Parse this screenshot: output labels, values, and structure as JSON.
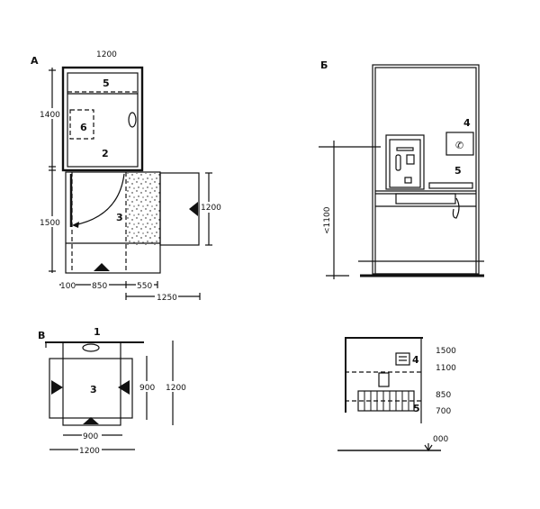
{
  "figure_a": {
    "letter": "А",
    "dims": {
      "top_width": "1200",
      "upper_height": "1400",
      "lower_height": "1500",
      "right_height": "1200",
      "left_offset": "100",
      "door_width": "850",
      "right_offset": "550",
      "right_width": "1250"
    },
    "labels": {
      "five": "5",
      "six": "6",
      "two": "2",
      "three": "3"
    }
  },
  "figure_b": {
    "letter": "Б",
    "dims": {
      "height": "<1100"
    },
    "labels": {
      "four": "4",
      "five": "5"
    }
  },
  "figure_v": {
    "letter": "В",
    "dims": {
      "inner_height": "900",
      "outer_height": "1200",
      "inner_width": "900",
      "outer_width": "1200"
    },
    "labels": {
      "one": "1",
      "three": "3"
    }
  },
  "figure_g": {
    "dims": {
      "h1500": "1500",
      "h1100": "1100",
      "h850": "850",
      "h700": "700",
      "h000": "000"
    },
    "labels": {
      "four": "4",
      "five": "5"
    }
  }
}
